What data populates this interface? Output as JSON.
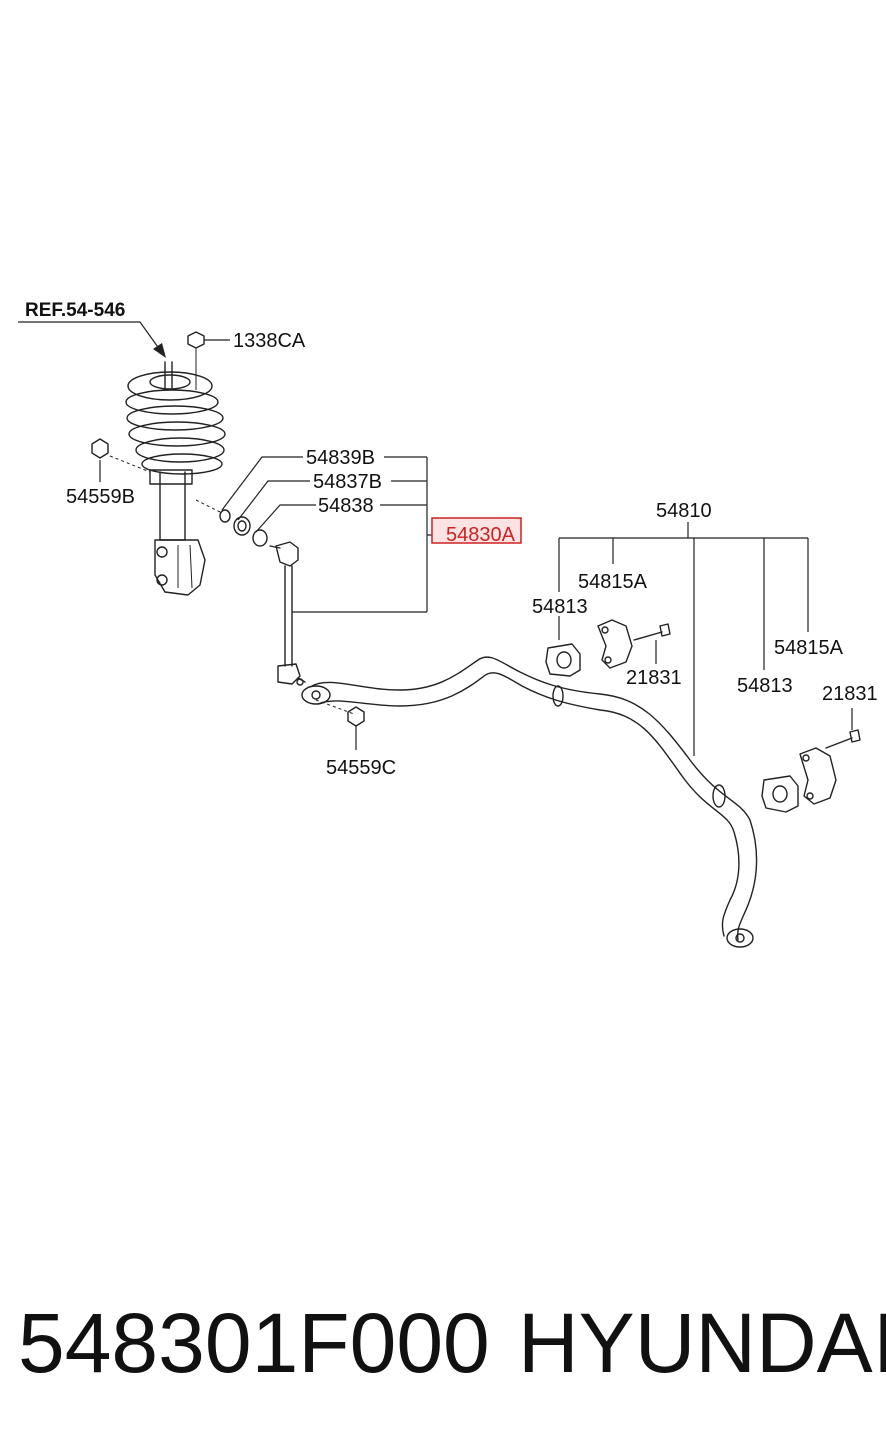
{
  "diagram": {
    "reference": "REF.54-546",
    "labels": {
      "p1338CA": "1338CA",
      "p54559B": "54559B",
      "p54839B": "54839B",
      "p54837B": "54837B",
      "p54838": "54838",
      "p54830A": "54830A",
      "p54810": "54810",
      "p54815A_1": "54815A",
      "p54813_1": "54813",
      "p21831_1": "21831",
      "p54815A_2": "54815A",
      "p54813_2": "54813",
      "p21831_2": "21831",
      "p54559C": "54559C"
    },
    "highlight_color": "#cc2222",
    "highlight_fill": "#fbe3e3"
  },
  "footer": {
    "part_number": "548301F000",
    "brand": "HYUNDAI"
  }
}
